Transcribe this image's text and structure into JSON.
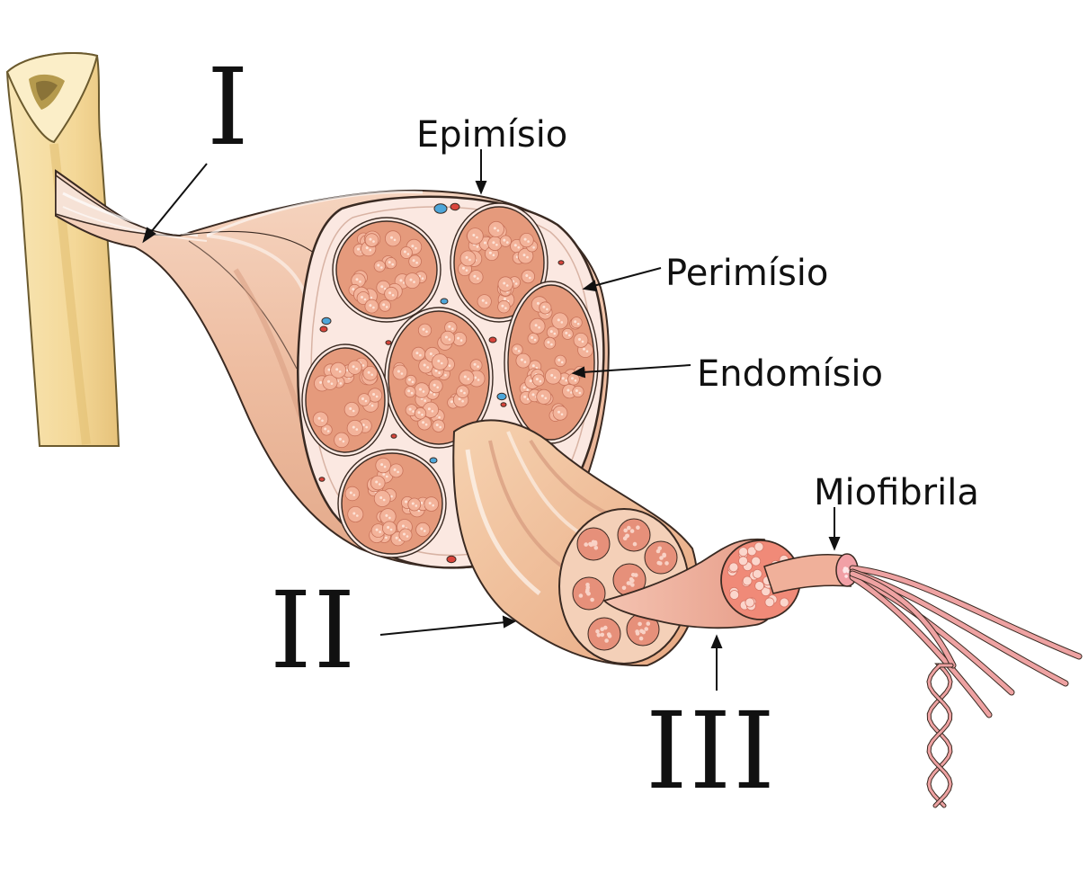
{
  "labels": {
    "I": "I",
    "II": "II",
    "III": "III",
    "epimisio": "Epimísio",
    "perimisio": "Perimísio",
    "endomisio": "Endomísio",
    "miofibrila": "Miofibrila"
  },
  "colors": {
    "bone": "#f6dfa3",
    "bone_dark": "#e8c77a",
    "tendon": "#f6ddd0",
    "muscle_skin": "#efc0a6",
    "muscle_shadow": "#e2a588",
    "sheath": "#fbe8e1",
    "fascicle": "#d98f72",
    "fiber": "#f0a88a",
    "fiber_dot": "#f8d3c4",
    "fiber_outer": "#f0b98f",
    "myofibril": "#e99a98",
    "vein": "#4ea6d9",
    "artery": "#d9443b"
  }
}
